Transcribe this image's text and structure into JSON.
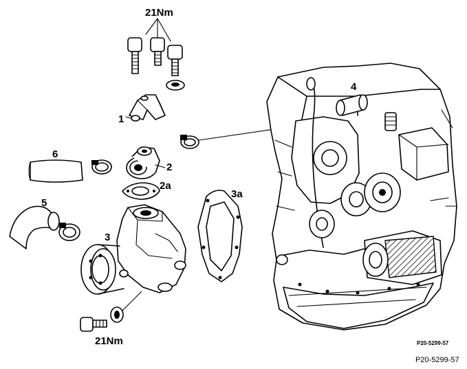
{
  "diagram": {
    "torque_top": "21Nm",
    "torque_bottom": "21Nm",
    "parts": {
      "p1": "1",
      "p2": "2",
      "p2a": "2a",
      "p3": "3",
      "p3a": "3a",
      "p4": "4",
      "p5": "5",
      "p6": "6"
    },
    "code_inner": "P20-5299-57",
    "code_outer": "P20-5299-57"
  }
}
